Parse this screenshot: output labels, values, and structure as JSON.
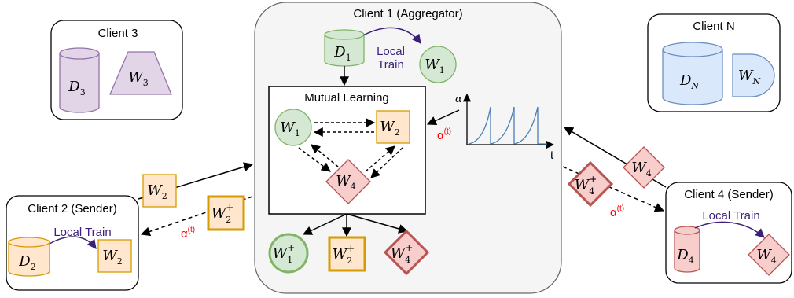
{
  "clients": {
    "aggregator": "Client 1 (Aggregator)",
    "client2": "Client 2 (Sender)",
    "client3": "Client 3",
    "client4": "Client 4 (Sender)",
    "clientN": "Client N"
  },
  "mutual_learning_label": "Mutual Learning",
  "local_train": {
    "line1": "Local",
    "line2": "Train",
    "inline": "Local Train"
  },
  "symbols": {
    "D": "D",
    "W": "W",
    "sub1": "1",
    "sub2": "2",
    "sub3": "3",
    "sub4": "4",
    "subN": "N",
    "plus": "+",
    "alpha": "α",
    "alpha_sup": "(t)",
    "t": "t"
  },
  "colors": {
    "green_fill": "#d5e8d4",
    "green_stroke": "#82b366",
    "orange_fill": "#ffe6cc",
    "orange_stroke": "#d79b00",
    "red_fill": "#f8cecc",
    "red_stroke": "#b85450",
    "purple_fill": "#e1d5e7",
    "purple_stroke": "#9673a6",
    "blue_fill": "#dae8fc",
    "blue_stroke": "#6c8ebf",
    "alpha_red": "#ff0000",
    "local_train_purple": "#3d1f7a",
    "curve_blue": "#4a7fb5"
  }
}
